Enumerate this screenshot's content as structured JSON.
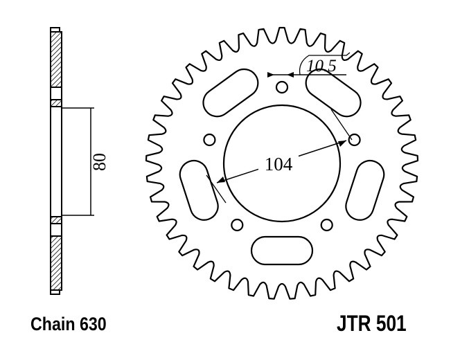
{
  "diagram": {
    "bolt_hole_diameter_label": "10.5",
    "pcd_label": "104",
    "side_width_label": "80",
    "tooth_count": 41,
    "mounting_holes": 5,
    "lightening_slots": 5
  },
  "captions": {
    "chain": "Chain 630",
    "part_number": "JTR 501"
  }
}
